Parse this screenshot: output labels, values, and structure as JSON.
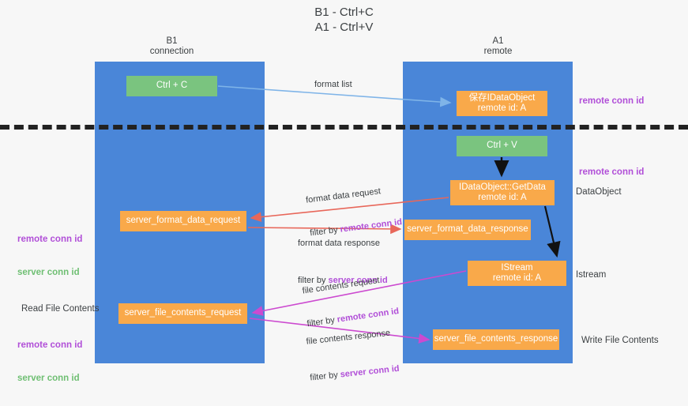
{
  "title": "B1 - Ctrl+C\nA1 - Ctrl+V",
  "lanes": {
    "left": {
      "name": "B1",
      "role": "connection",
      "label": "B1\nconnection"
    },
    "right": {
      "name": "A1",
      "role": "remote",
      "label": "A1\nremote"
    }
  },
  "boxes": {
    "ctrl_c": "Ctrl + C",
    "ctrl_v": "Ctrl + V",
    "idataobject": "保存IDataObject\nremote id: A",
    "getdata": "IDataObject::GetData\nremote id: A",
    "server_format_data_request": "server_format_data_request",
    "server_format_data_response": "server_format_data_response",
    "istream": "IStream\nremote id: A",
    "server_file_contents_request": "server_file_contents_request",
    "server_file_contents_response": "server_file_contents_response"
  },
  "edge_labels": {
    "format_list": "format list",
    "format_data_request": "format data request",
    "format_data_request_filter_prefix": "filter by ",
    "format_data_request_filter_key": "remote conn id",
    "format_data_response": "format data response",
    "format_data_response_filter_prefix": "filter by ",
    "format_data_response_filter_key": "server conn id",
    "file_contents_request": "file contents request",
    "file_contents_request_filter_prefix": "filter by ",
    "file_contents_request_filter_key": "remote conn id",
    "file_contents_response": "file contents response",
    "file_contents_response_filter_prefix": "filter by ",
    "file_contents_response_filter_key": "server conn id"
  },
  "annotations": {
    "right": [
      {
        "text": "remote conn id",
        "style": "purple"
      },
      {
        "text": "remote conn id",
        "style": "purple"
      },
      {
        "text": "DataObject",
        "style": "plain"
      },
      {
        "text": "Istream",
        "style": "plain"
      },
      {
        "text": "Write File Contents",
        "style": "plain"
      }
    ],
    "left": [
      {
        "text_remote": "remote conn id",
        "text_server": "server conn id"
      },
      {
        "text": "Read File Contents",
        "style": "plain"
      },
      {
        "text_remote": "remote conn id",
        "text_server": "server conn id"
      }
    ]
  },
  "colors": {
    "lane": "#4a86d8",
    "green_box": "#7ac47f",
    "orange_box": "#f9a94a",
    "purple_text": "#b14fd8",
    "green_text": "#6fbf73",
    "background": "#f7f7f7",
    "divider": "#222222",
    "arrow_blue": "#7fb4e8",
    "arrow_red": "#e8675a",
    "arrow_magenta": "#cc4ad0",
    "arrow_black": "#111111"
  }
}
